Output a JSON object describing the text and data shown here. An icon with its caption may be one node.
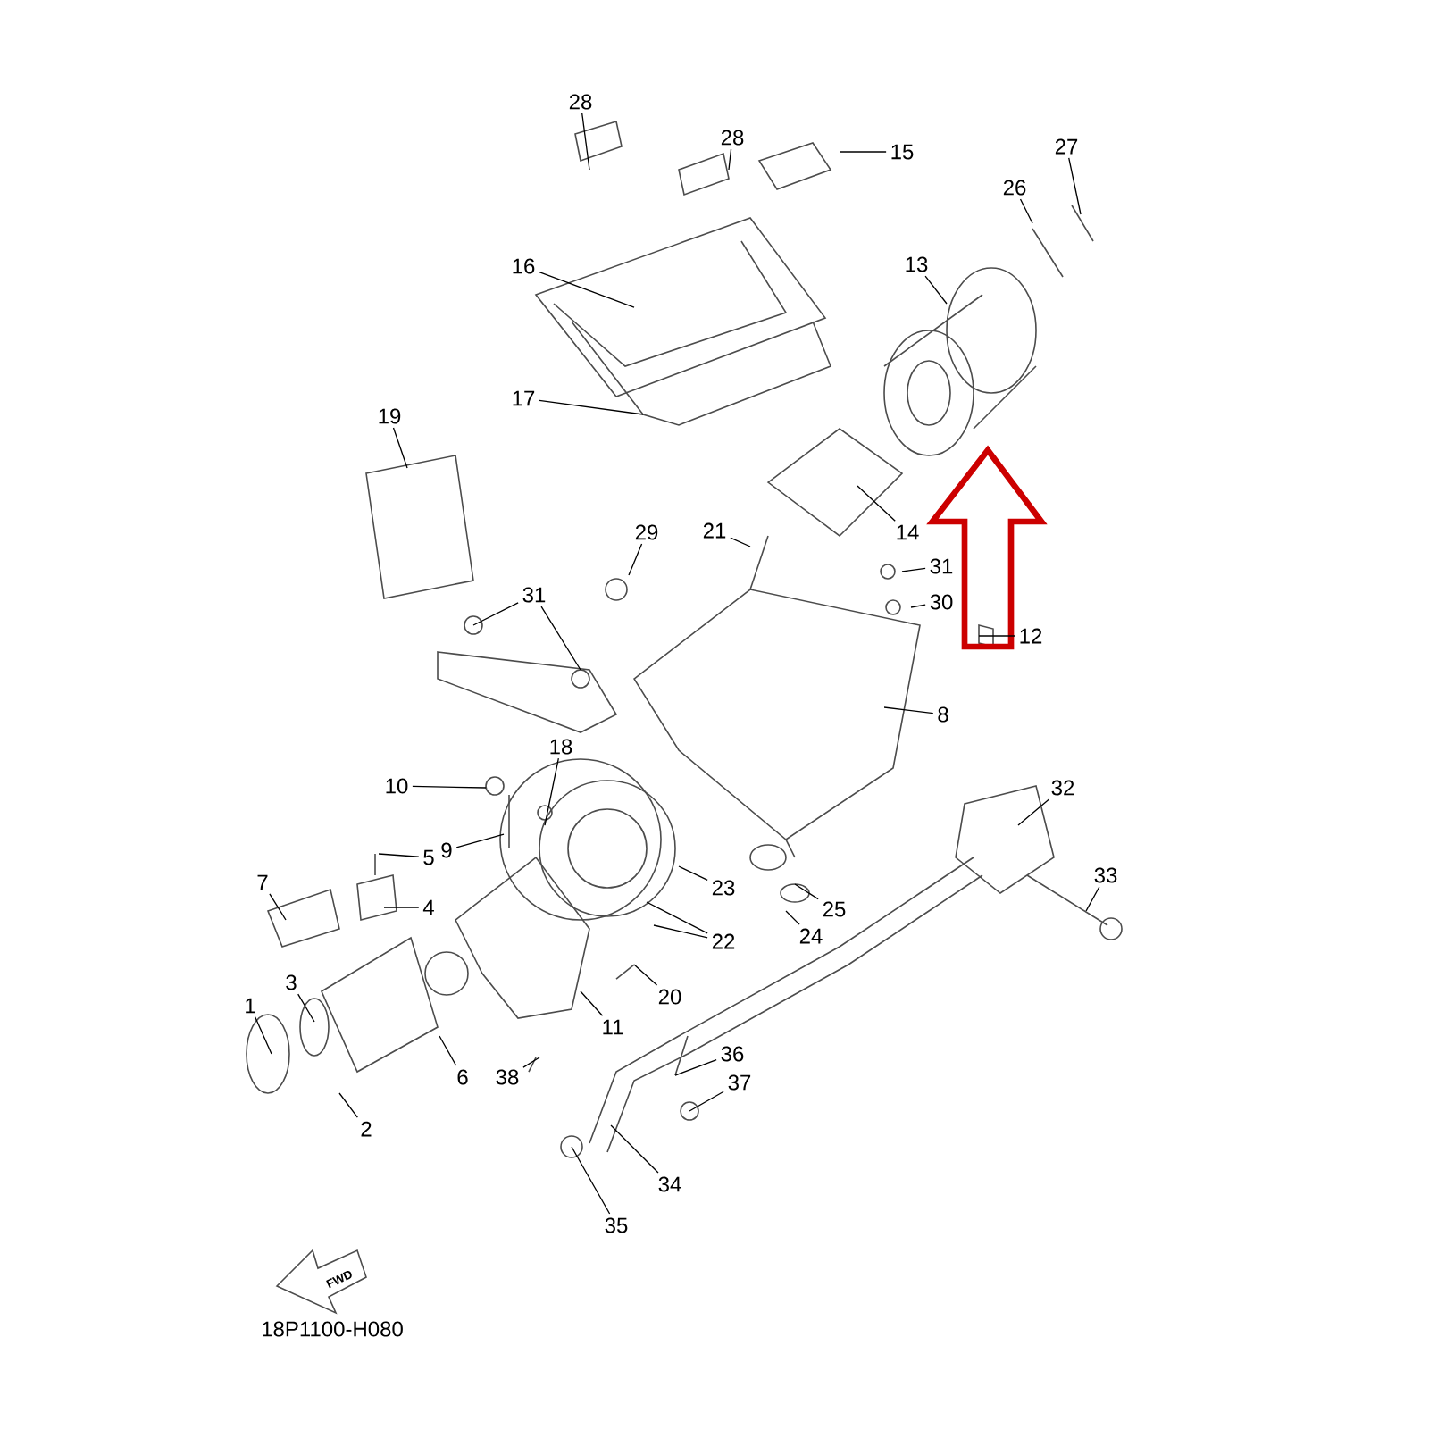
{
  "diagram": {
    "nodes": [
      {
        "text": [
          "28"
        ]
      },
      {
        "text": [
          "28"
        ]
      },
      {
        "text": [
          "15"
        ]
      },
      {
        "text": [
          "27"
        ]
      },
      {
        "text": [
          "26"
        ]
      },
      {
        "text": [
          "13"
        ]
      },
      {
        "text": [
          "16"
        ]
      },
      {
        "text": [
          "17"
        ]
      },
      {
        "text": [
          "19"
        ]
      },
      {
        "text": [
          "29"
        ]
      },
      {
        "text": [
          "21"
        ]
      },
      {
        "text": [
          "14"
        ]
      },
      {
        "text": [
          "31"
        ]
      },
      {
        "text": [
          "30"
        ]
      },
      {
        "text": [
          "31"
        ]
      },
      {
        "text": [
          "12"
        ]
      },
      {
        "text": [
          "8"
        ]
      },
      {
        "text": [
          "18"
        ]
      },
      {
        "text": [
          "10"
        ]
      },
      {
        "text": [
          "9"
        ]
      },
      {
        "text": [
          "32"
        ]
      },
      {
        "text": [
          "5"
        ]
      },
      {
        "text": [
          "7"
        ]
      },
      {
        "text": [
          "23"
        ]
      },
      {
        "text": [
          "33"
        ]
      },
      {
        "text": [
          "4"
        ]
      },
      {
        "text": [
          "25"
        ]
      },
      {
        "text": [
          "24"
        ]
      },
      {
        "text": [
          "22"
        ]
      },
      {
        "text": [
          "3"
        ]
      },
      {
        "text": [
          "20"
        ]
      },
      {
        "text": [
          "1"
        ]
      },
      {
        "text": [
          "11"
        ]
      },
      {
        "text": [
          "36"
        ]
      },
      {
        "text": [
          "6"
        ]
      },
      {
        "text": [
          "38"
        ]
      },
      {
        "text": [
          "37"
        ]
      },
      {
        "text": [
          "2"
        ]
      },
      {
        "text": [
          "34"
        ]
      },
      {
        "text": [
          "35"
        ]
      }
    ],
    "edges": [
      {
        "from": 0,
        "to": null,
        "arrow": "none"
      },
      {
        "from": 1,
        "to": null,
        "arrow": "none"
      },
      {
        "from": 2,
        "to": null,
        "arrow": "none"
      },
      {
        "from": 3,
        "to": null,
        "arrow": "none"
      },
      {
        "from": 4,
        "to": null,
        "arrow": "none"
      },
      {
        "from": 5,
        "to": null,
        "arrow": "none"
      },
      {
        "from": 6,
        "to": null,
        "arrow": "none"
      },
      {
        "from": 7,
        "to": null,
        "arrow": "none"
      },
      {
        "from": 8,
        "to": null,
        "arrow": "none"
      },
      {
        "from": 9,
        "to": null,
        "arrow": "none"
      },
      {
        "from": 10,
        "to": null,
        "arrow": "none"
      },
      {
        "from": 11,
        "to": null,
        "arrow": "none"
      },
      {
        "from": 12,
        "to": null,
        "arrow": "none"
      },
      {
        "from": 13,
        "to": null,
        "arrow": "none"
      },
      {
        "from": 14,
        "to": null,
        "arrow": "none"
      },
      {
        "from": 14,
        "to": null,
        "arrow": "none"
      },
      {
        "from": 15,
        "to": null,
        "arrow": "none"
      },
      {
        "from": 16,
        "to": null,
        "arrow": "none"
      },
      {
        "from": 17,
        "to": null,
        "arrow": "none"
      },
      {
        "from": 18,
        "to": null,
        "arrow": "none"
      },
      {
        "from": 19,
        "to": null,
        "arrow": "none"
      },
      {
        "from": 20,
        "to": null,
        "arrow": "none"
      },
      {
        "from": 21,
        "to": null,
        "arrow": "none"
      },
      {
        "from": 22,
        "to": null,
        "arrow": "none"
      },
      {
        "from": 23,
        "to": null,
        "arrow": "none"
      },
      {
        "from": 24,
        "to": null,
        "arrow": "none"
      },
      {
        "from": 25,
        "to": null,
        "arrow": "none"
      },
      {
        "from": 26,
        "to": null,
        "arrow": "none"
      },
      {
        "from": 27,
        "to": null,
        "arrow": "none"
      },
      {
        "from": 28,
        "to": null,
        "arrow": "none"
      },
      {
        "from": 28,
        "to": null,
        "arrow": "none"
      },
      {
        "from": 29,
        "to": null,
        "arrow": "none"
      },
      {
        "from": 30,
        "to": null,
        "arrow": "none"
      },
      {
        "from": 31,
        "to": null,
        "arrow": "none"
      },
      {
        "from": 32,
        "to": null,
        "arrow": "none"
      },
      {
        "from": 33,
        "to": null,
        "arrow": "none"
      },
      {
        "from": 34,
        "to": null,
        "arrow": "none"
      },
      {
        "from": 35,
        "to": null,
        "arrow": "none"
      },
      {
        "from": 36,
        "to": null,
        "arrow": "none"
      },
      {
        "from": 37,
        "to": null,
        "arrow": "none"
      },
      {
        "from": 38,
        "to": null,
        "arrow": "none"
      },
      {
        "from": 39,
        "to": null,
        "arrow": "none"
      }
    ],
    "labels": [
      "FWD",
      "18P1100-H080"
    ]
  }
}
